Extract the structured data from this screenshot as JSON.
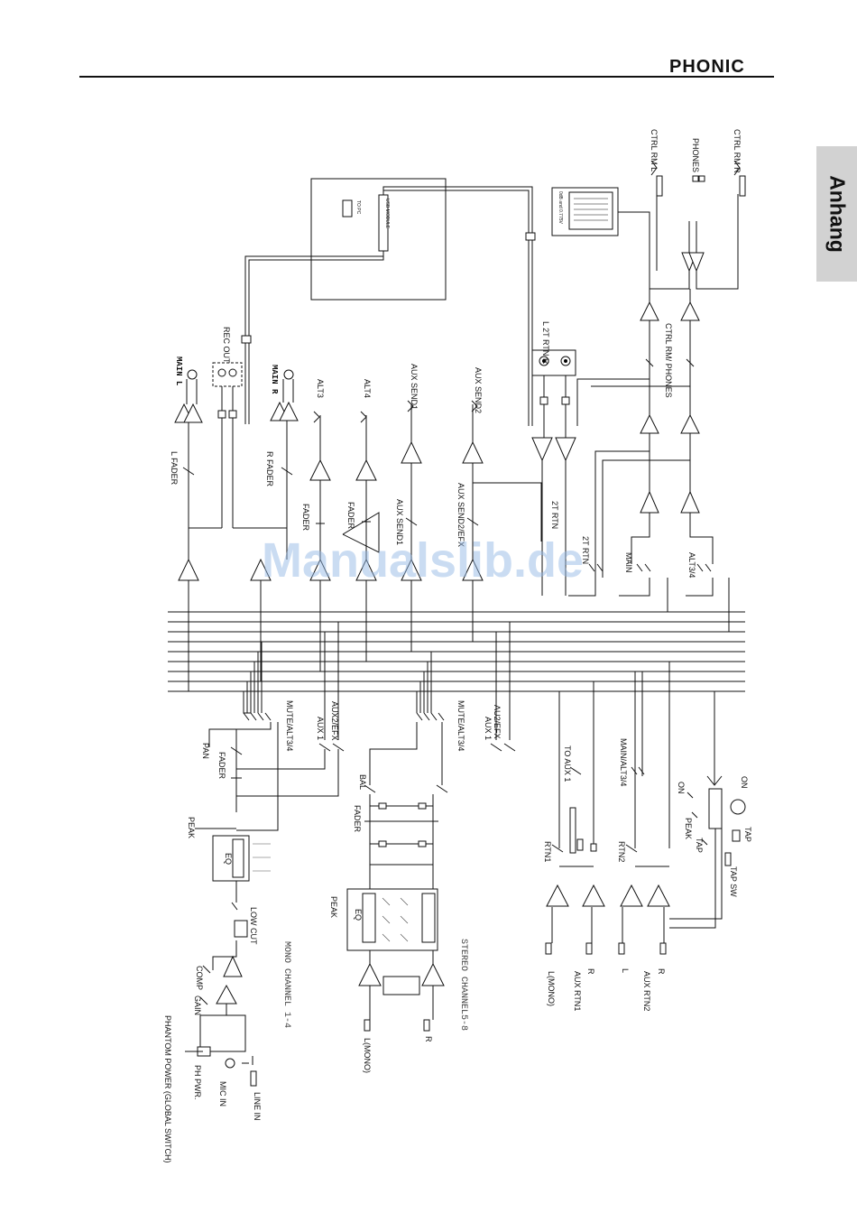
{
  "header": {
    "brand": "PHONIC"
  },
  "side_tab": {
    "label": "Anhang"
  },
  "watermark": "Manualslib.de",
  "labels": {
    "ctrl_rm_l": "CTRL RM L",
    "phones": "PHONES",
    "ctrl_rm_r": "CTRL RM R",
    "ctrl_rm_phones": "CTRL RM/ PHONES",
    "two_t_rtn_in": "L 2T RTN R",
    "two_t_rtn": "2T RTN",
    "main_l": "MAIN L",
    "main_r": "MAIN R",
    "rec_out": "REC OUT",
    "alt3": "ALT3",
    "alt4": "ALT4",
    "aux_send1": "AUX SEND1",
    "aux_send2": "AUX SEND2",
    "l_fader": "L FADER",
    "r_fader": "R FADER",
    "fader": "FADER",
    "aux_send2_efx": "AUX SEND2/EFX",
    "main": "MAIN",
    "alt34": "ALT3/4",
    "to_pc": "TO PC",
    "usb_module": "USB MODULE",
    "dsp_display": "0dB and 0.775V",
    "mute_alt34": "MUTE/ALT3/4",
    "aux1": "AUX 1",
    "aux2_efx": "AUX2/EFX",
    "au2_efx": "AU2/EFX",
    "pan": "PAN",
    "bal": "BAL",
    "peak": "PEAK",
    "eq": "EQ",
    "low_cut": "LOW CUT",
    "comp": "COMP",
    "gain": "GAIN",
    "phantom_power": "PHANTOM POWER (GLOBAL SWITCH)",
    "ph_pwr": "PH PWR.",
    "mic_in": "MIC IN",
    "line_in": "LINE IN",
    "mono_channel": "MONO CHANNEL 1-4",
    "stereo_channel": "STEREO CHANNEL5-8",
    "l_mono": "L(MONO)",
    "r": "R",
    "l": "L",
    "to_aux1": "TO AUX 1",
    "main_alt34": "MAIN/ALT3/4",
    "rtn1": "RTN1",
    "rtn2": "RTN2",
    "aux_rtn1": "AUX RTN1",
    "aux_rtn2": "AUX RTN2",
    "on": "ON",
    "tap": "TAP",
    "tap_sw": "TAP SW"
  }
}
